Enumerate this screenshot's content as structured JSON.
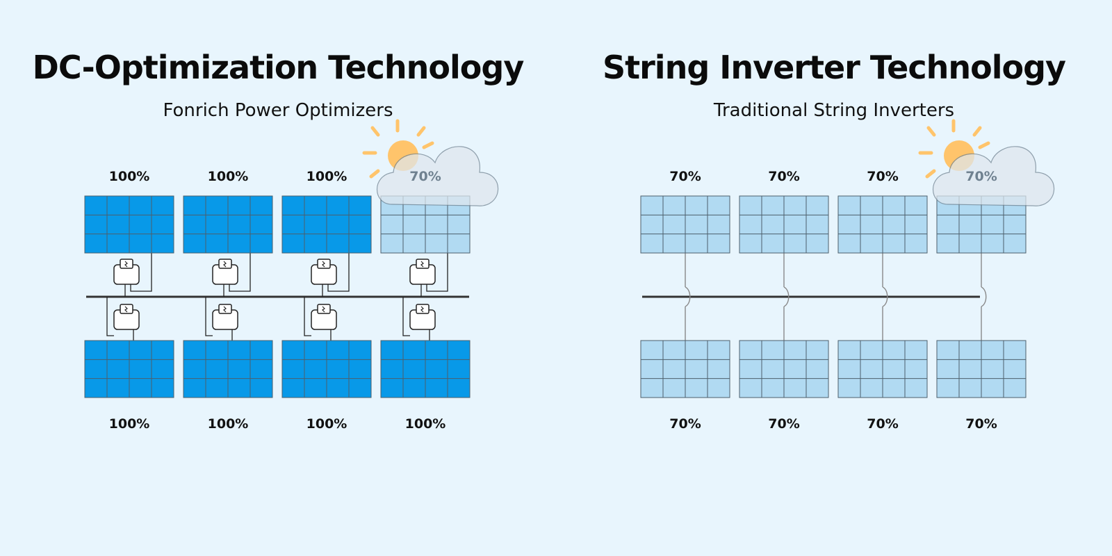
{
  "left": {
    "title": "DC-Optimization Technology",
    "subtitle": "Fonrich Power Optimizers",
    "top_row_labels": [
      "100%",
      "100%",
      "100%",
      "70%"
    ],
    "bottom_row_labels": [
      "100%",
      "100%",
      "100%",
      "100%"
    ]
  },
  "right": {
    "title": "String Inverter Technology",
    "subtitle": "Traditional String Inverters",
    "top_row_labels": [
      "70%",
      "70%",
      "70%",
      "70%"
    ],
    "bottom_row_labels": [
      "70%",
      "70%",
      "70%",
      "70%"
    ]
  },
  "colors": {
    "background": "#e8f5fd",
    "panel_full": "#0899e8",
    "panel_reduced": "#b1daf2",
    "sun": "#ffc46b",
    "cloud_fill": "#dfe7ee",
    "bus_line": "#333333"
  },
  "icons": {
    "optimizer": "power-optimizer-icon",
    "sun": "sun-icon",
    "cloud": "cloud-icon"
  }
}
